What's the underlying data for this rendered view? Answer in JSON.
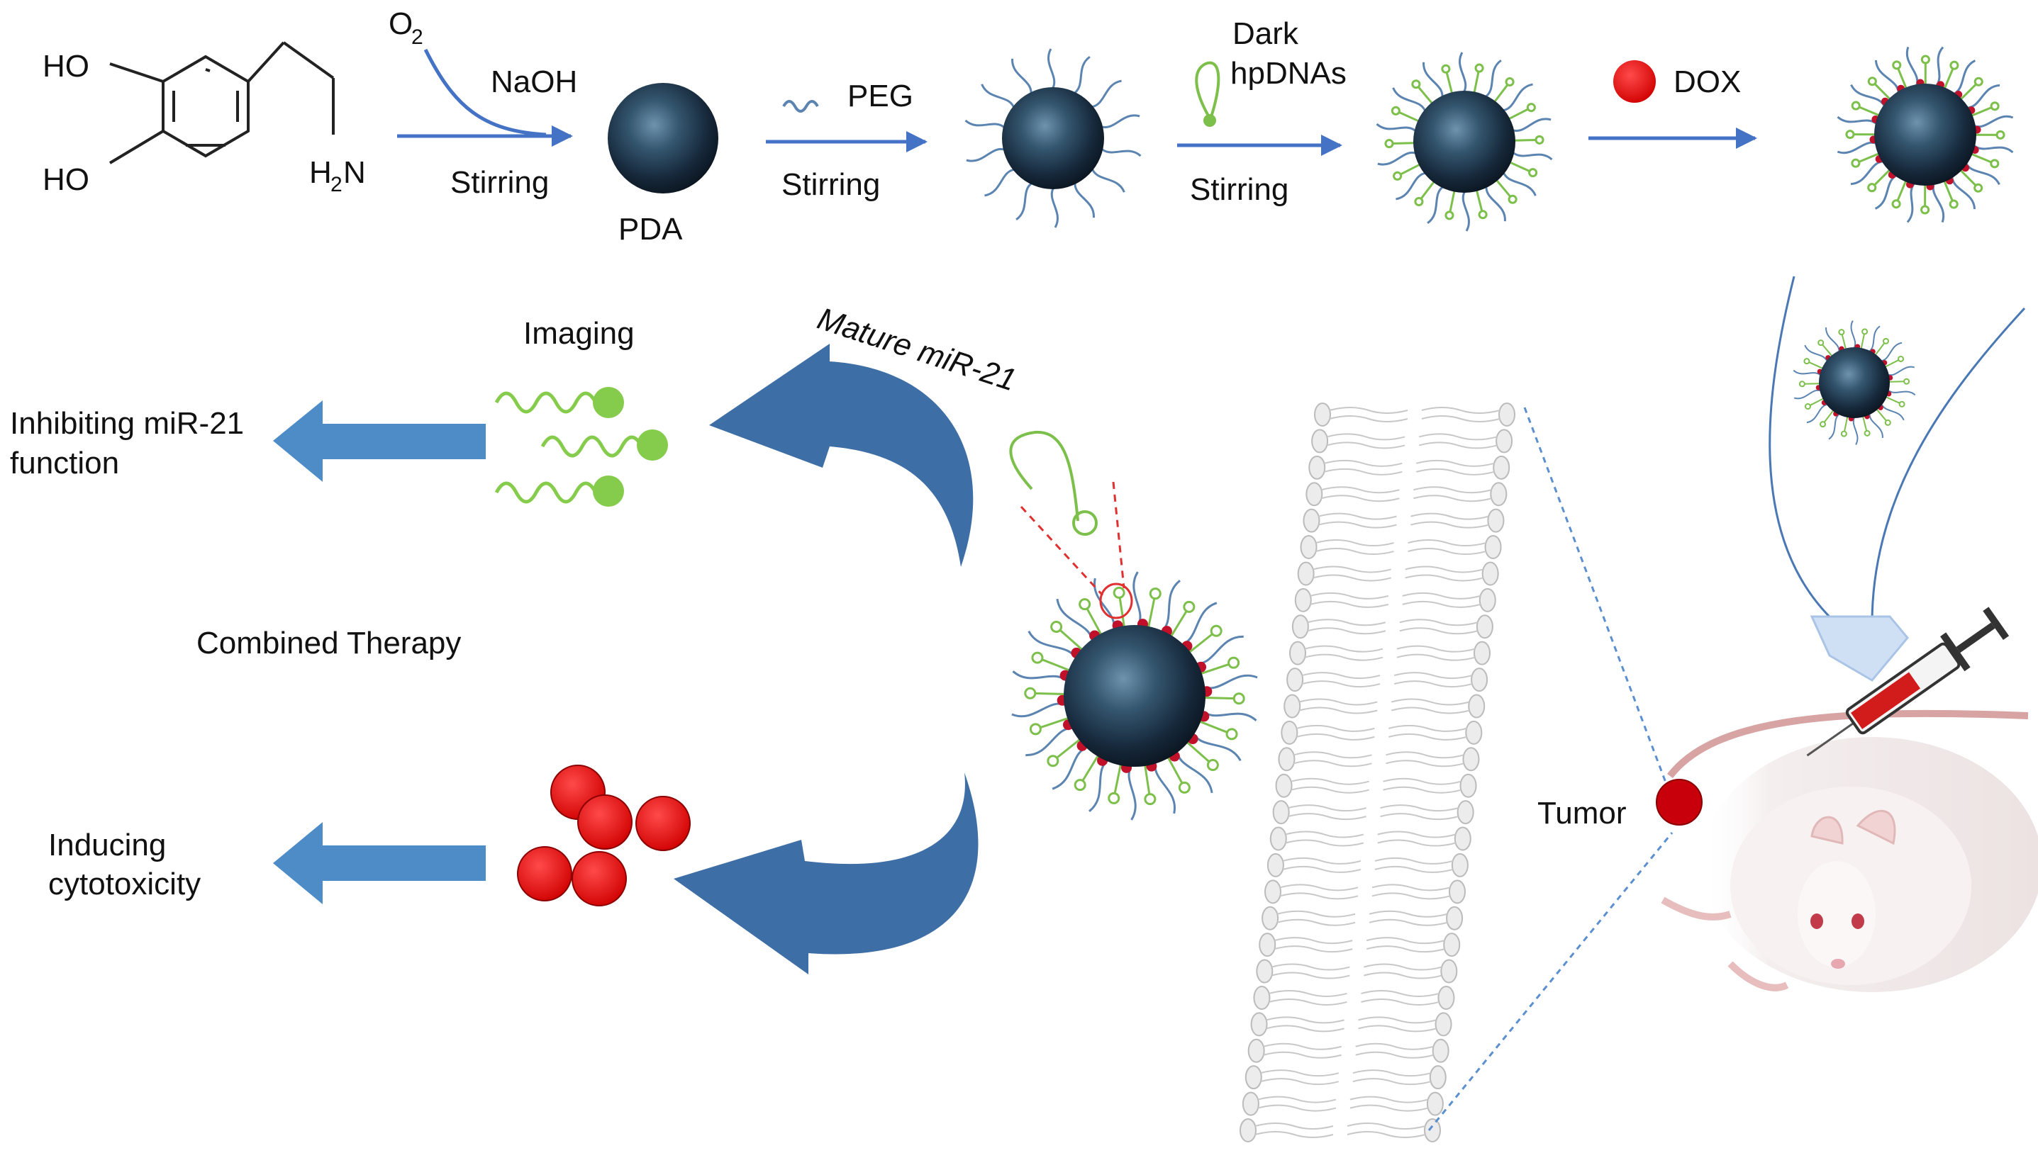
{
  "figure": {
    "molecule": {
      "ho_top": "HO",
      "ho_bottom": "HO",
      "amine_h": "H",
      "amine_sub": "2",
      "amine_n": "N"
    },
    "step1": {
      "o2": "O",
      "o2_sub": "2",
      "naoh": "NaOH",
      "stirring": "Stirring"
    },
    "pda_label": "PDA",
    "step2": {
      "peg": "PEG",
      "stirring": "Stirring"
    },
    "step3": {
      "dark": "Dark",
      "hpdnas": "hpDNAs",
      "stirring": "Stirring"
    },
    "step4": {
      "dox": "DOX"
    },
    "imaging": "Imaging",
    "mature_mir21": "Mature miR-21",
    "inhibiting_line1": "Inhibiting miR-21",
    "inhibiting_line2": "function",
    "combined_therapy": "Combined Therapy",
    "inducing_line1": "Inducing",
    "inducing_line2": "cytotoxicity",
    "tumor": "Tumor"
  },
  "colors": {
    "arrow_blue": "#4472c4",
    "big_arrow_blue": "#4e8cc8",
    "curved_arrow_blue": "#3e6ea6",
    "particle_core": "#1d3346",
    "peg_strand": "#5b84b1",
    "hpdna_green": "#7cbf4a",
    "dox_red": "#e00000",
    "dye_green": "#86cc4c",
    "membrane_gray": "#c8c8c8",
    "dashed_red": "#e03030",
    "dashed_blue": "#5b8fd0"
  },
  "icons": [
    "nanoparticle-icon",
    "peg-icon",
    "hairpin-dna-icon",
    "dox-dot-icon",
    "syringe-icon",
    "mouse-icon",
    "lipid-bilayer-icon"
  ]
}
